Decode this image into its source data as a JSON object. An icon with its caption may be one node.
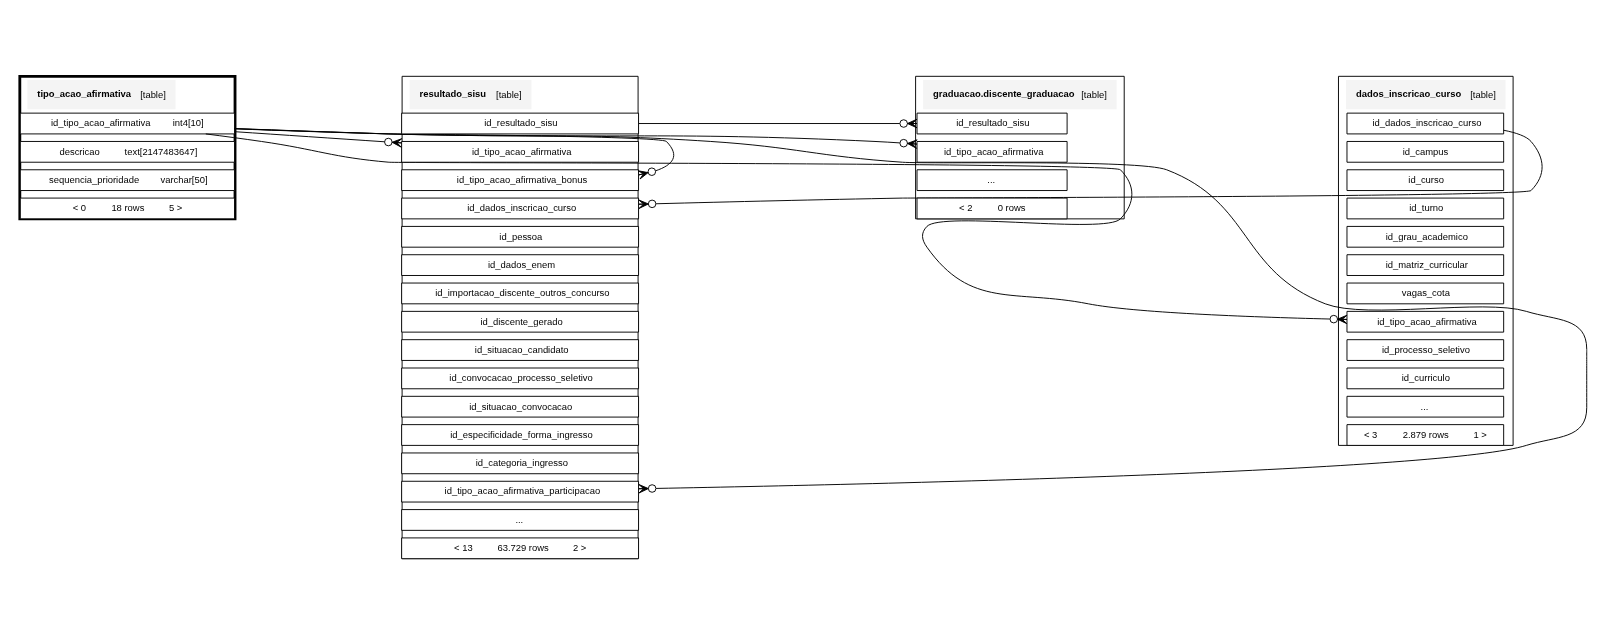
{
  "diagram": {
    "nodes": [
      {
        "text": [
          "tipo_acao_afirmativa",
          "[table]"
        ]
      },
      {
        "text": [
          "id_tipo_acao_afirmativa",
          "int4[10]"
        ],
        "in": 0
      },
      {
        "text": [
          "descricao",
          "text[2147483647]"
        ],
        "in": 0
      },
      {
        "text": [
          "sequencia_prioridade",
          "varchar[50]"
        ],
        "in": 0
      },
      {
        "text": [
          "< 0",
          "18 rows",
          "5 >"
        ],
        "in": 0
      },
      {
        "text": [
          "dados_inscricao_curso",
          "[table]"
        ]
      },
      {
        "text": [
          "id_dados_inscricao_curso"
        ],
        "in": 5
      },
      {
        "text": [
          "id_campus"
        ],
        "in": 5
      },
      {
        "text": [
          "id_curso"
        ],
        "in": 5
      },
      {
        "text": [
          "id_turno"
        ],
        "in": 5
      },
      {
        "text": [
          "id_grau_academico"
        ],
        "in": 5
      },
      {
        "text": [
          "id_matriz_curricular"
        ],
        "in": 5
      },
      {
        "text": [
          "vagas_cota"
        ],
        "in": 5
      },
      {
        "text": [
          "id_tipo_acao_afirmativa"
        ],
        "in": 5
      },
      {
        "text": [
          "id_processo_seletivo"
        ],
        "in": 5
      },
      {
        "text": [
          "id_curriculo"
        ],
        "in": 5
      },
      {
        "text": [
          "..."
        ],
        "in": 5
      },
      {
        "text": [
          "< 3",
          "2.879 rows",
          "1 >"
        ],
        "in": 5
      },
      {
        "text": [
          "resultado_sisu",
          "[table]"
        ]
      },
      {
        "text": [
          "id_resultado_sisu"
        ],
        "in": 18
      },
      {
        "text": [
          "id_tipo_acao_afirmativa"
        ],
        "in": 18
      },
      {
        "text": [
          "id_tipo_acao_afirmativa_bonus"
        ],
        "in": 18
      },
      {
        "text": [
          "id_dados_inscricao_curso"
        ],
        "in": 18
      },
      {
        "text": [
          "id_pessoa"
        ],
        "in": 18
      },
      {
        "text": [
          "id_dados_enem"
        ],
        "in": 18
      },
      {
        "text": [
          "id_importacao_discente_outros_concurso"
        ],
        "in": 18
      },
      {
        "text": [
          "id_discente_gerado"
        ],
        "in": 18
      },
      {
        "text": [
          "id_situacao_candidato"
        ],
        "in": 18
      },
      {
        "text": [
          "id_convocacao_processo_seletivo"
        ],
        "in": 18
      },
      {
        "text": [
          "id_situacao_convocacao"
        ],
        "in": 18
      },
      {
        "text": [
          "id_especificidade_forma_ingresso"
        ],
        "in": 18
      },
      {
        "text": [
          "id_categoria_ingresso"
        ],
        "in": 18
      },
      {
        "text": [
          "id_tipo_acao_afirmativa_participacao"
        ],
        "in": 18
      },
      {
        "text": [
          "..."
        ],
        "in": 18
      },
      {
        "text": [
          "< 13",
          "63.729 rows",
          "2 >"
        ],
        "in": 18
      },
      {
        "text": [
          "graduacao.discente_graduacao",
          "[table]"
        ]
      },
      {
        "text": [
          "id_resultado_sisu"
        ],
        "in": 35
      },
      {
        "text": [
          "id_tipo_acao_afirmativa"
        ],
        "in": 35
      },
      {
        "text": [
          "..."
        ],
        "in": 35
      },
      {
        "text": [
          "< 2",
          "0 rows"
        ],
        "in": 35
      }
    ],
    "edges": [
      {
        "from": 1,
        "to": 20,
        "arrow": "other"
      },
      {
        "from": 1,
        "to": 21,
        "arrow": "other"
      },
      {
        "from": 6,
        "to": 22,
        "arrow": "other"
      },
      {
        "from": 1,
        "to": 13,
        "arrow": "other"
      },
      {
        "from": 1,
        "to": 32,
        "arrow": "other"
      },
      {
        "from": 19,
        "to": 36,
        "arrow": "other"
      },
      {
        "from": 1,
        "to": 37,
        "arrow": "other"
      }
    ]
  }
}
